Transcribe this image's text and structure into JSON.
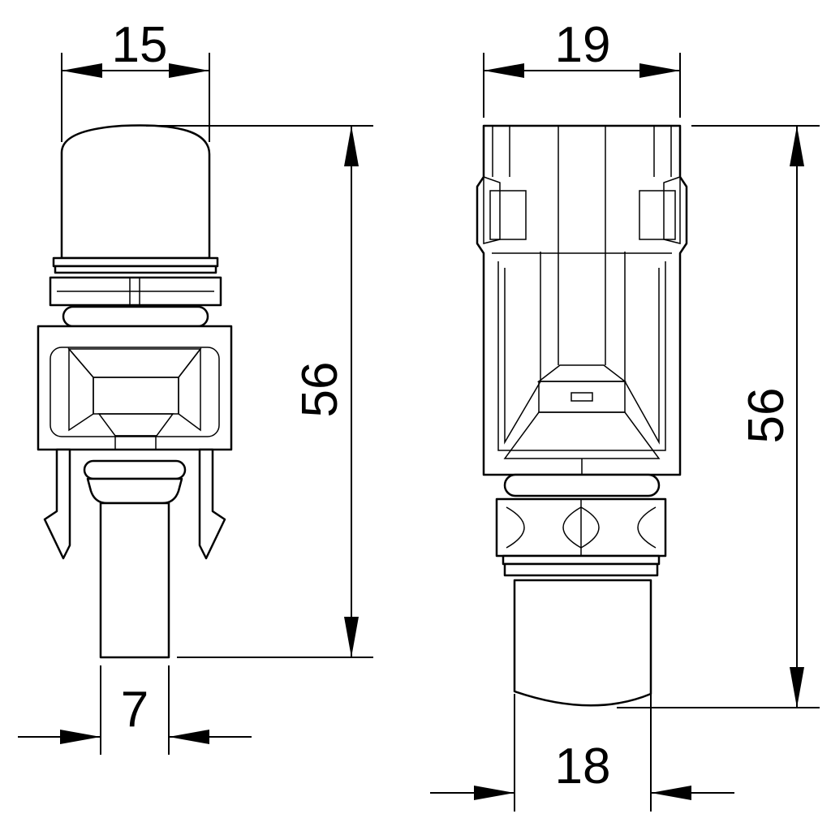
{
  "dimensions": {
    "left_top_width": "15",
    "left_height": "56",
    "left_bottom_width": "7",
    "right_top_width": "19",
    "right_height": "56",
    "right_bottom_width": "18"
  }
}
